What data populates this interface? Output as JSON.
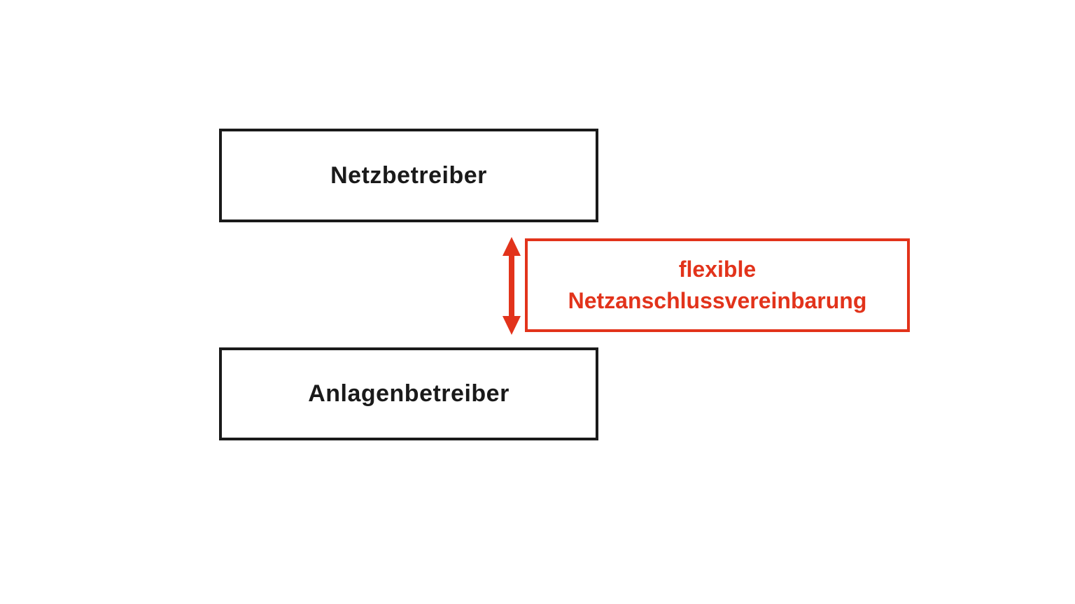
{
  "diagram": {
    "background_color": "#ffffff",
    "colors": {
      "box_border_black": "#1a1a1a",
      "text_black": "#1a1a1a",
      "accent_red": "#e2331b"
    },
    "nodes": [
      {
        "id": "netzbetreiber",
        "label": "Netzbetreiber"
      },
      {
        "id": "anlagenbetreiber",
        "label": "Anlagenbetreiber"
      }
    ],
    "annotation": {
      "lines": [
        "flexible",
        "Netzanschlussvereinbarung"
      ],
      "full_label": "flexible Netzanschlussvereinbarung"
    },
    "connector": {
      "type": "double-headed-arrow",
      "orientation": "vertical",
      "connects": [
        "Netzbetreiber",
        "Anlagenbetreiber"
      ],
      "color": "#e2331b"
    }
  }
}
